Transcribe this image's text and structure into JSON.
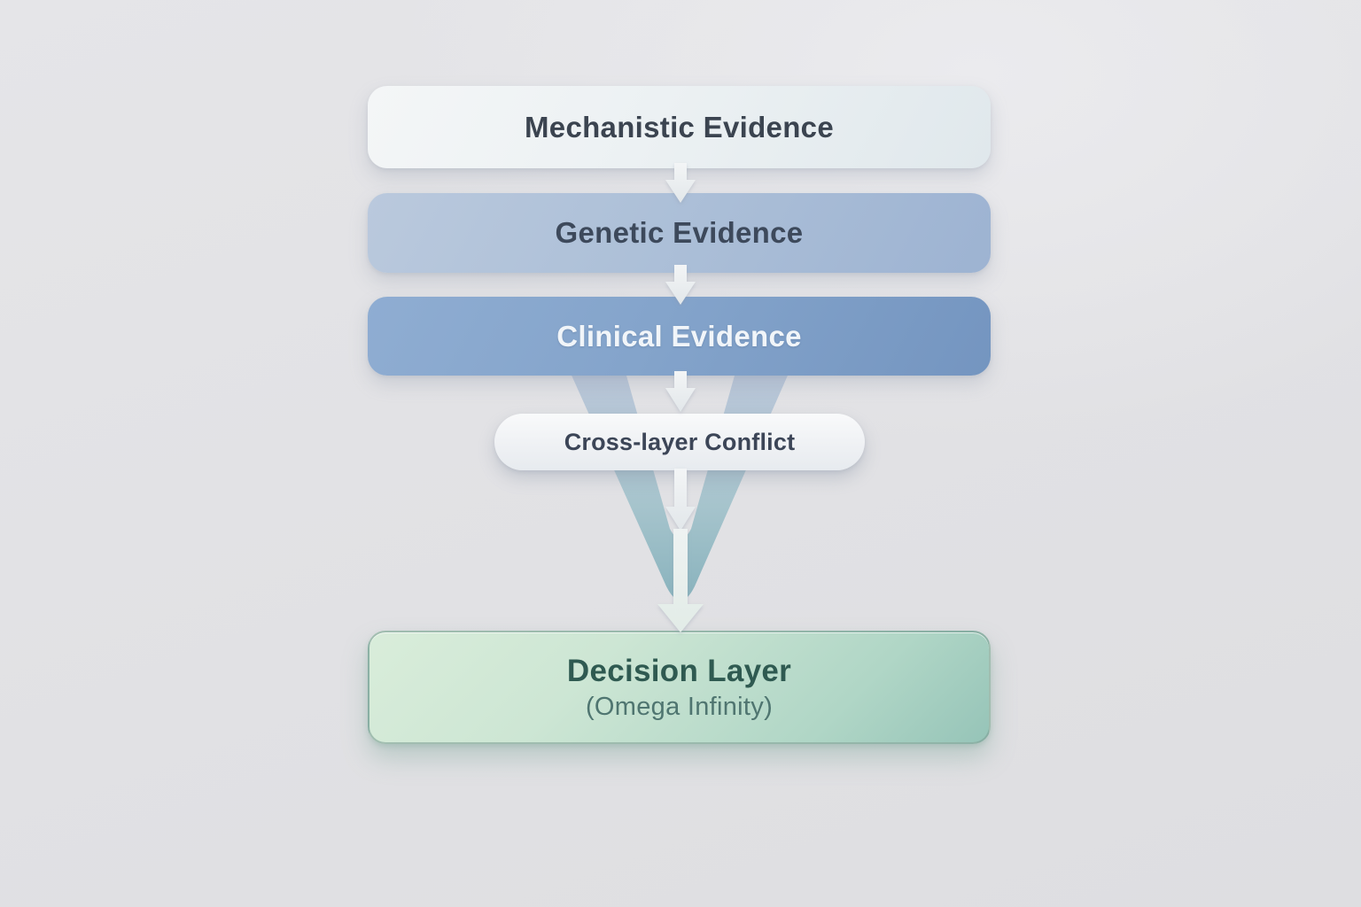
{
  "diagram": {
    "layers": [
      {
        "id": "mechanistic",
        "label": "Mechanistic Evidence"
      },
      {
        "id": "genetic",
        "label": "Genetic Evidence"
      },
      {
        "id": "clinical",
        "label": "Clinical Evidence"
      }
    ],
    "conflict": {
      "label": "Cross-layer Conflict"
    },
    "decision": {
      "title": "Decision Layer",
      "subtitle": "(Omega Infinity)"
    },
    "colors": {
      "background": "#e2e2e5",
      "bar_mechanistic": "#ecf1f3",
      "bar_genetic": "#adc0d8",
      "bar_clinical": "#84a4cb",
      "conflict_pill": "#eff1f4",
      "decision_fill_light": "#d9edda",
      "decision_fill_dark": "#96c4b8",
      "decision_border": "#7d9e94",
      "funnel_top": "#b6c3d8",
      "funnel_bottom": "#7fadb8",
      "arrow": "#e9edf0",
      "text_dark": "#3b4450",
      "text_on_blue": "#f1f5f9",
      "text_decision_title": "#2f5a51",
      "text_decision_subtitle": "#4f7570"
    }
  }
}
